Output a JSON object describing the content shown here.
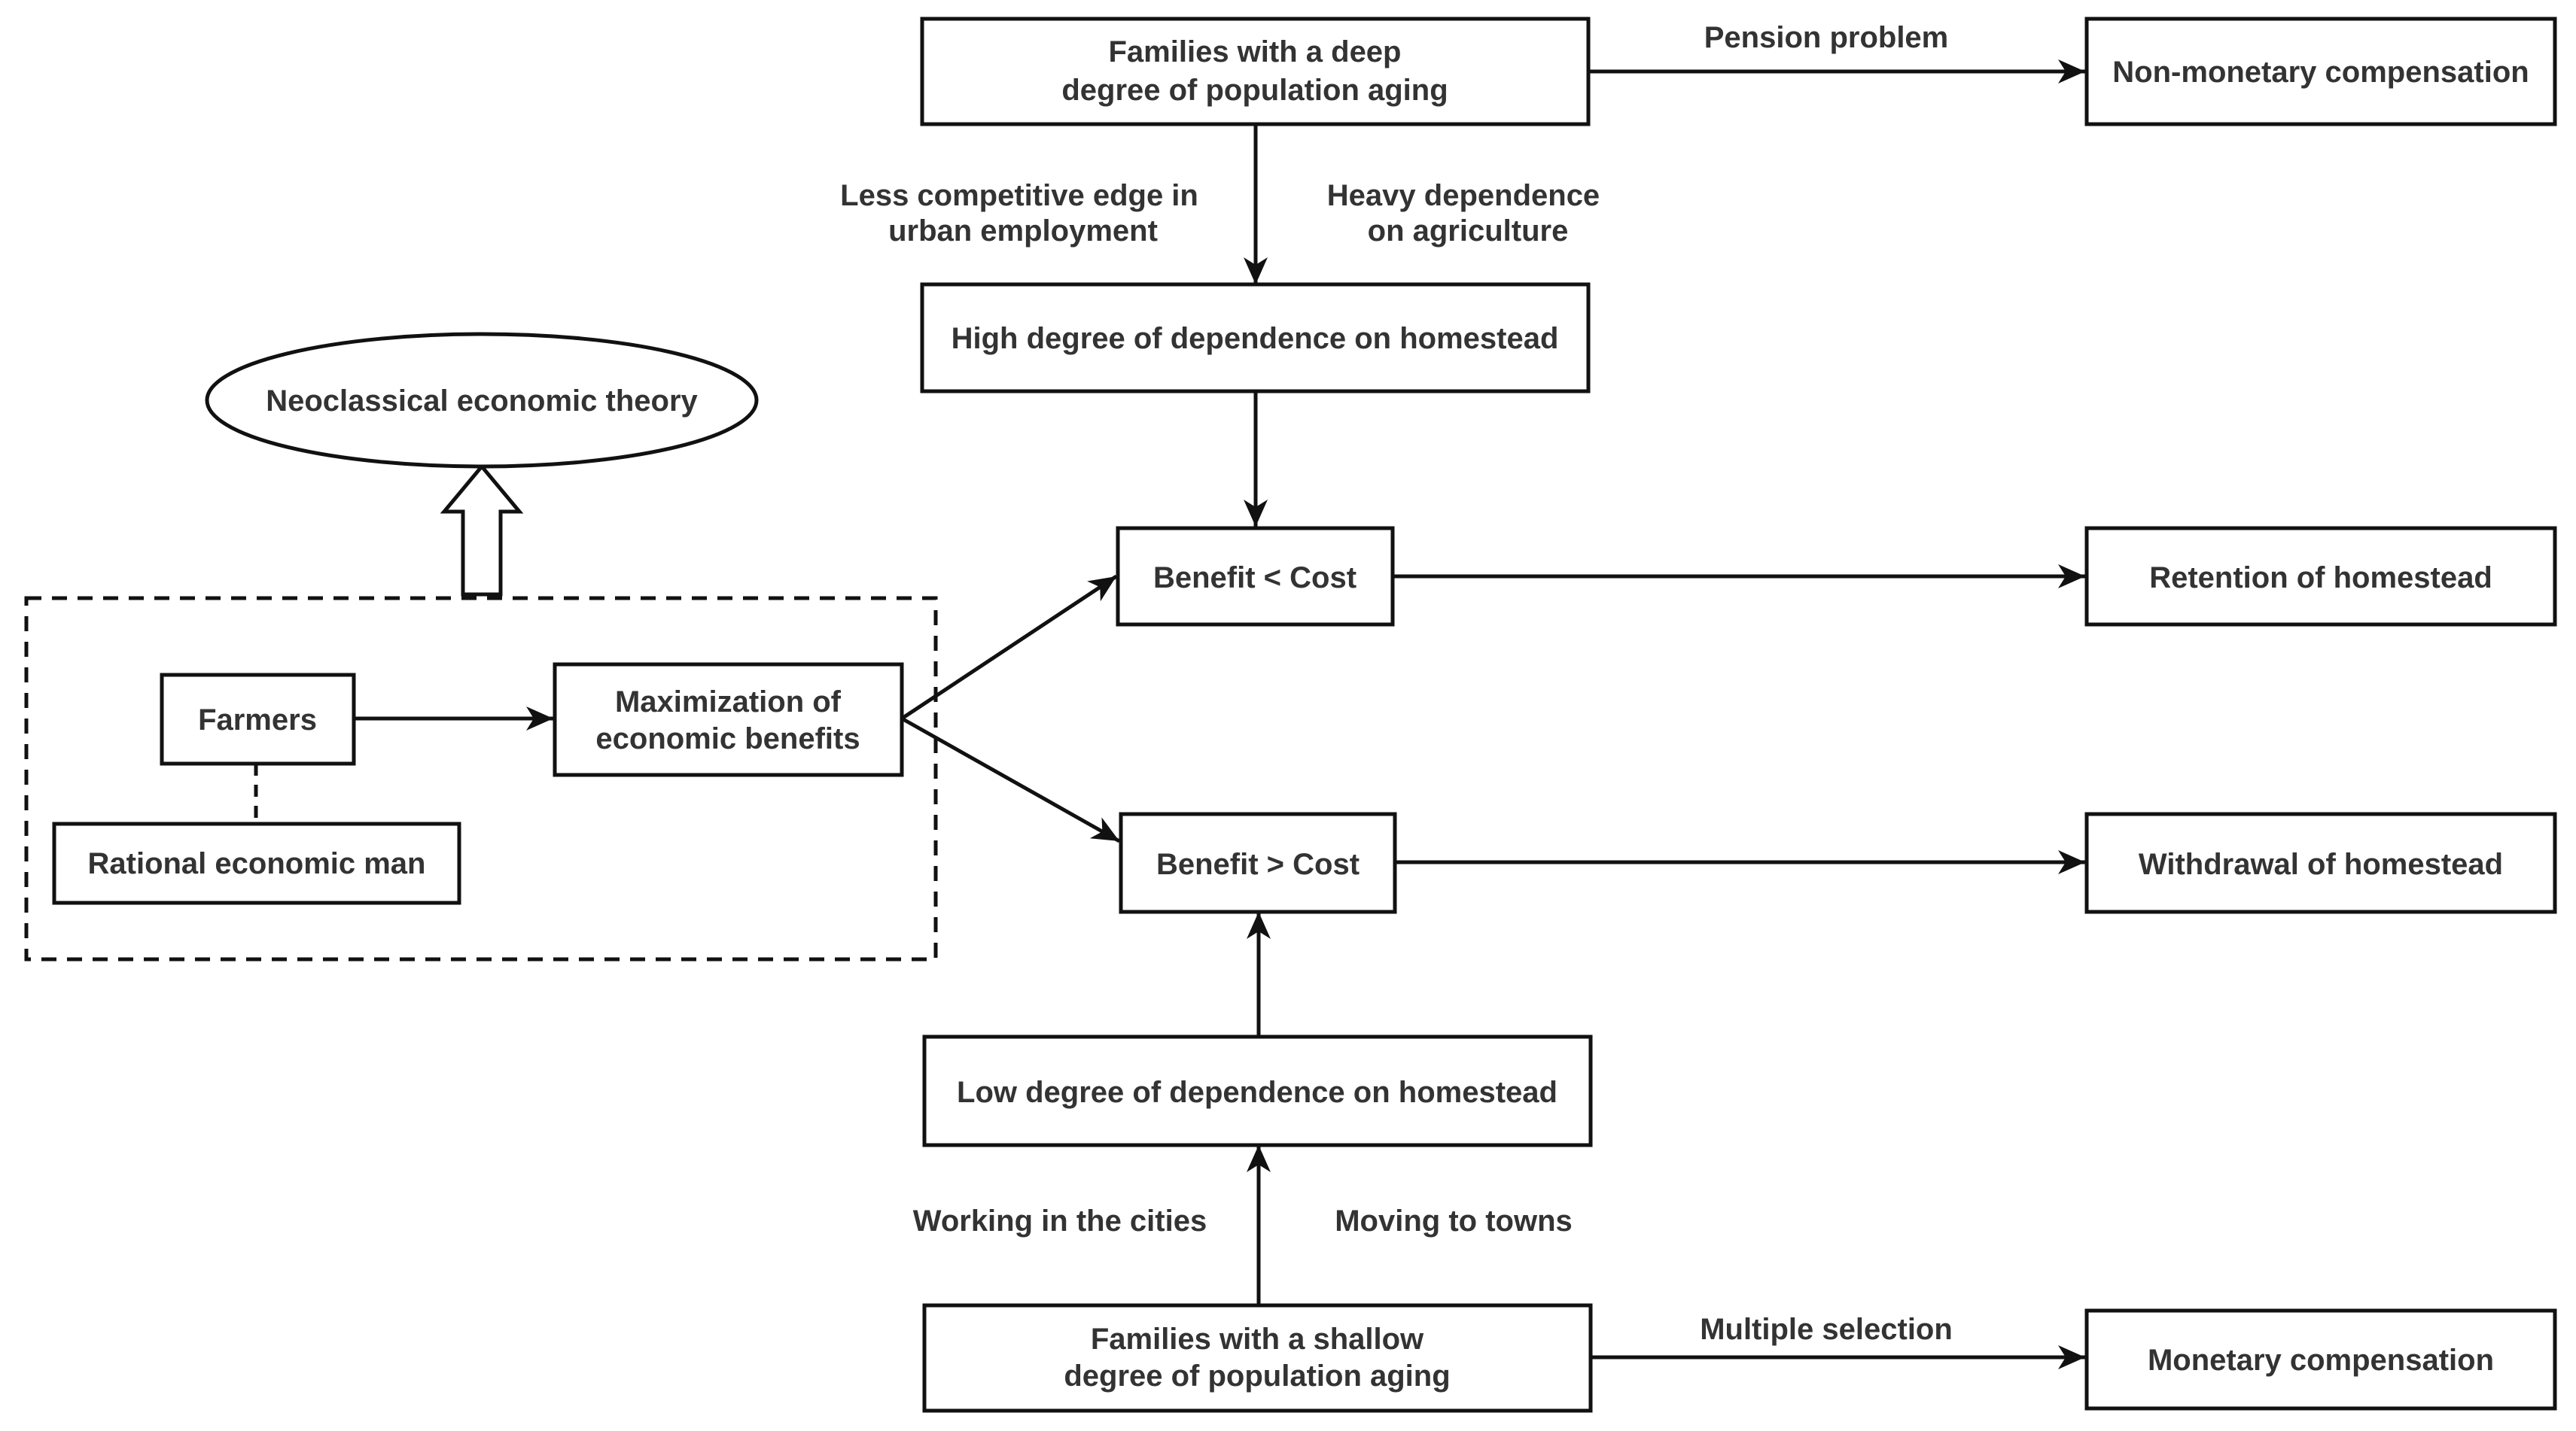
{
  "nodes": {
    "deep_aging": [
      "Families with a deep",
      "degree of population aging"
    ],
    "non_monetary": "Non-monetary compensation",
    "high_dependence": "High degree of dependence on homestead",
    "neoclassical": "Neoclassical economic theory",
    "farmers": "Farmers",
    "rational_man": "Rational economic man",
    "maximization": [
      "Maximization of",
      "economic benefits"
    ],
    "benefit_less": "Benefit < Cost",
    "benefit_greater": "Benefit > Cost",
    "retention": "Retention of homestead",
    "withdrawal": "Withdrawal of homestead",
    "low_dependence": "Low degree of dependence on homestead",
    "shallow_aging": [
      "Families with a shallow",
      "degree of population aging"
    ],
    "monetary": "Monetary compensation"
  },
  "edge_labels": {
    "pension_problem": "Pension problem",
    "less_competitive": [
      "Less competitive edge in",
      "urban employment"
    ],
    "heavy_dependence": [
      "Heavy dependence",
      "on agriculture"
    ],
    "working_cities": "Working in the cities",
    "moving_towns": "Moving to towns",
    "multiple_selection": "Multiple selection"
  }
}
